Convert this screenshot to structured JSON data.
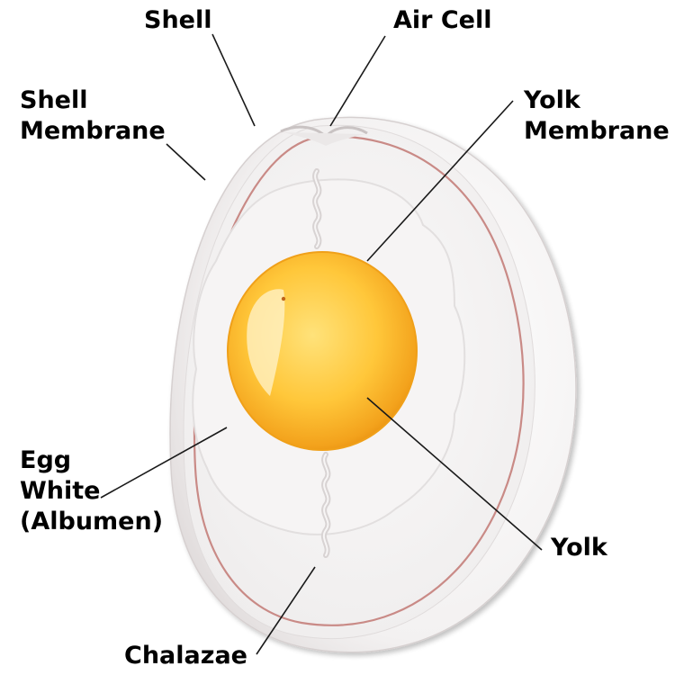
{
  "labels": {
    "shell": "Shell",
    "air_cell": "Air Cell",
    "shell_membrane": [
      "Shell",
      "Membrane"
    ],
    "yolk_membrane": [
      "Yolk",
      "Membrane"
    ],
    "egg_white": [
      "Egg",
      "White",
      "(Albumen)"
    ],
    "yolk": "Yolk",
    "chalazae": "Chalazae"
  },
  "colors": {
    "shell_outer": "#f7f5f5",
    "shell_rim": "#e3dede",
    "membrane_line": "#c98a86",
    "albumen": "#f4f2f2",
    "albumen_ring": "#e6e3e3",
    "yolk_edge": "#f0a019",
    "yolk_center": "#ffd24a",
    "yolk_highlight": "#fff6d8",
    "leader": "#1a1a1a"
  }
}
